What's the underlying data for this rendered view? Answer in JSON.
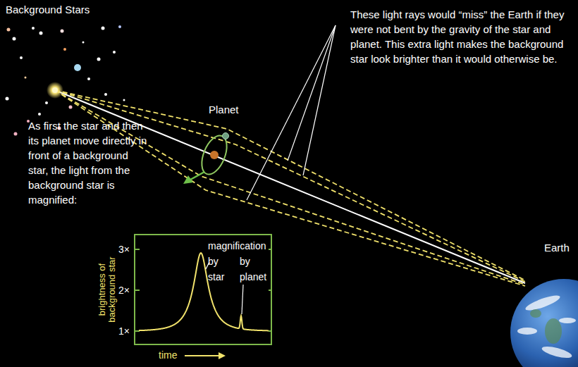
{
  "diagram": {
    "nodes": [
      {
        "text": [
          "magnification by star",
          "by planet"
        ]
      }
    ],
    "labels": [
      "Background Stars",
      "These light rays would “miss” the Earth if they were not bent by the gravity of the star and planet. This extra light makes the background star look brighter than it would otherwise be.",
      "Planet",
      "As first the star and then its planet move directly in front of a background star, the light from the background star is magnified:",
      "3×",
      "2×",
      "1×",
      "brightness of background star",
      "time",
      "Earth"
    ]
  }
}
